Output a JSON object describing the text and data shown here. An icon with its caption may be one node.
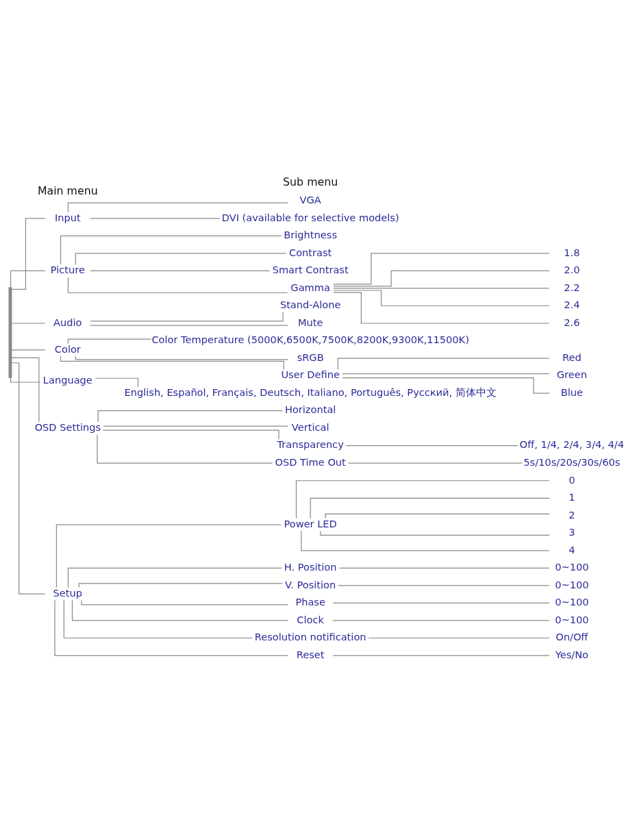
{
  "diagram": {
    "nodes": [
      {
        "text": [
          "Input"
        ]
      },
      {
        "text": [
          "VGA"
        ]
      },
      {
        "text": [
          "DVI (available for selective models)"
        ]
      },
      {
        "text": [
          "Picture"
        ]
      },
      {
        "text": [
          "Brightness"
        ]
      },
      {
        "text": [
          "Contrast"
        ]
      },
      {
        "text": [
          "Smart Contrast"
        ]
      },
      {
        "text": [
          "Gamma"
        ]
      },
      {
        "text": [
          "1.8"
        ]
      },
      {
        "text": [
          "2.0"
        ]
      },
      {
        "text": [
          "2.2"
        ]
      },
      {
        "text": [
          "2.4"
        ]
      },
      {
        "text": [
          "2.6"
        ]
      },
      {
        "text": [
          "Audio"
        ]
      },
      {
        "text": [
          "Stand-Alone"
        ]
      },
      {
        "text": [
          "Mute"
        ]
      },
      {
        "text": [
          "Color"
        ]
      },
      {
        "text": [
          "Color Temperature (5000K,6500K,7500K,8200K,9300K,11500K)"
        ]
      },
      {
        "text": [
          "sRGB"
        ]
      },
      {
        "text": [
          "User Define"
        ]
      },
      {
        "text": [
          "Red"
        ]
      },
      {
        "text": [
          "Green"
        ]
      },
      {
        "text": [
          "Blue"
        ]
      },
      {
        "text": [
          "Language"
        ]
      },
      {
        "text": [
          "English, Español, Français, Deutsch, Italiano, Português, Русский, 简体中文"
        ]
      },
      {
        "text": [
          "OSD Settings"
        ]
      },
      {
        "text": [
          "Horizontal"
        ]
      },
      {
        "text": [
          "Vertical"
        ]
      },
      {
        "text": [
          "Transparency"
        ]
      },
      {
        "text": [
          "Off, 1/4, 2/4, 3/4, 4/4"
        ]
      },
      {
        "text": [
          "OSD Time Out"
        ]
      },
      {
        "text": [
          "5s/10s/20s/30s/60s"
        ]
      },
      {
        "text": [
          "Setup"
        ]
      },
      {
        "text": [
          "Power LED"
        ]
      },
      {
        "text": [
          "0"
        ]
      },
      {
        "text": [
          "1"
        ]
      },
      {
        "text": [
          "2"
        ]
      },
      {
        "text": [
          "3"
        ]
      },
      {
        "text": [
          "4"
        ]
      },
      {
        "text": [
          "H. Position"
        ]
      },
      {
        "text": [
          "0~100"
        ]
      },
      {
        "text": [
          "V. Position"
        ]
      },
      {
        "text": [
          "0~100"
        ]
      },
      {
        "text": [
          "Phase"
        ]
      },
      {
        "text": [
          "0~100"
        ]
      },
      {
        "text": [
          "Clock"
        ]
      },
      {
        "text": [
          "0~100"
        ]
      },
      {
        "text": [
          "Resolution notification"
        ]
      },
      {
        "text": [
          "On/Off"
        ]
      },
      {
        "text": [
          "Reset"
        ]
      },
      {
        "text": [
          "Yes/No"
        ]
      },
      {
        "text": [],
        "shape": "bar"
      }
    ],
    "edges": [
      {
        "from": 51,
        "to": 0,
        "arrow": "none"
      },
      {
        "from": 51,
        "to": 3,
        "arrow": "none"
      },
      {
        "from": 51,
        "to": 13,
        "arrow": "none"
      },
      {
        "from": 51,
        "to": 16,
        "arrow": "none"
      },
      {
        "from": 51,
        "to": 23,
        "arrow": "none"
      },
      {
        "from": 51,
        "to": 25,
        "arrow": "none"
      },
      {
        "from": 51,
        "to": 32,
        "arrow": "none"
      },
      {
        "from": 0,
        "to": 1,
        "arrow": "none"
      },
      {
        "from": 0,
        "to": 2,
        "arrow": "none"
      },
      {
        "from": 3,
        "to": 4,
        "arrow": "none"
      },
      {
        "from": 3,
        "to": 5,
        "arrow": "none"
      },
      {
        "from": 3,
        "to": 6,
        "arrow": "none"
      },
      {
        "from": 3,
        "to": 7,
        "arrow": "none"
      },
      {
        "from": 7,
        "to": 8,
        "arrow": "none"
      },
      {
        "from": 7,
        "to": 9,
        "arrow": "none"
      },
      {
        "from": 7,
        "to": 10,
        "arrow": "none"
      },
      {
        "from": 7,
        "to": 11,
        "arrow": "none"
      },
      {
        "from": 7,
        "to": 12,
        "arrow": "none"
      },
      {
        "from": 13,
        "to": 14,
        "arrow": "none"
      },
      {
        "from": 13,
        "to": 15,
        "arrow": "none"
      },
      {
        "from": 16,
        "to": 17,
        "arrow": "none"
      },
      {
        "from": 16,
        "to": 18,
        "arrow": "none"
      },
      {
        "from": 16,
        "to": 19,
        "arrow": "none"
      },
      {
        "from": 19,
        "to": 20,
        "arrow": "none"
      },
      {
        "from": 19,
        "to": 21,
        "arrow": "none"
      },
      {
        "from": 19,
        "to": 22,
        "arrow": "none"
      },
      {
        "from": 23,
        "to": 24,
        "arrow": "none"
      },
      {
        "from": 25,
        "to": 26,
        "arrow": "none"
      },
      {
        "from": 25,
        "to": 27,
        "arrow": "none"
      },
      {
        "from": 25,
        "to": 28,
        "arrow": "none"
      },
      {
        "from": 25,
        "to": 30,
        "arrow": "none"
      },
      {
        "from": 28,
        "to": 29,
        "arrow": "none"
      },
      {
        "from": 30,
        "to": 31,
        "arrow": "none"
      },
      {
        "from": 32,
        "to": 33,
        "arrow": "none"
      },
      {
        "from": 33,
        "to": 34,
        "arrow": "none"
      },
      {
        "from": 33,
        "to": 35,
        "arrow": "none"
      },
      {
        "from": 33,
        "to": 36,
        "arrow": "none"
      },
      {
        "from": 33,
        "to": 37,
        "arrow": "none"
      },
      {
        "from": 33,
        "to": 38,
        "arrow": "none"
      },
      {
        "from": 32,
        "to": 39,
        "arrow": "none"
      },
      {
        "from": 39,
        "to": 40,
        "arrow": "none"
      },
      {
        "from": 32,
        "to": 41,
        "arrow": "none"
      },
      {
        "from": 41,
        "to": 42,
        "arrow": "none"
      },
      {
        "from": 32,
        "to": 43,
        "arrow": "none"
      },
      {
        "from": 43,
        "to": 44,
        "arrow": "none"
      },
      {
        "from": 32,
        "to": 45,
        "arrow": "none"
      },
      {
        "from": 45,
        "to": 46,
        "arrow": "none"
      },
      {
        "from": 32,
        "to": 47,
        "arrow": "none"
      },
      {
        "from": 47,
        "to": 48,
        "arrow": "none"
      },
      {
        "from": 32,
        "to": 49,
        "arrow": "none"
      },
      {
        "from": 49,
        "to": 50,
        "arrow": "none"
      }
    ],
    "labels": [
      "Main menu",
      "Sub menu"
    ]
  }
}
